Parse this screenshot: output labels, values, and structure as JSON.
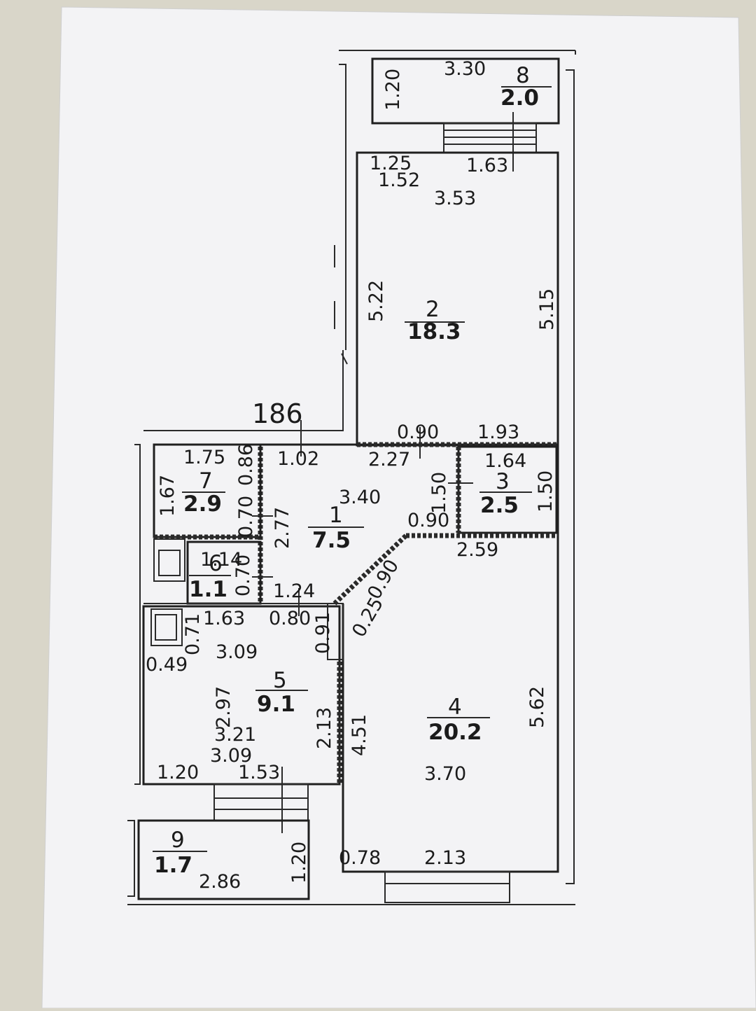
{
  "overall_dimension": "186",
  "rooms": [
    {
      "number": "1",
      "area": "7.5"
    },
    {
      "number": "2",
      "area": "18.3"
    },
    {
      "number": "3",
      "area": "2.5"
    },
    {
      "number": "4",
      "area": "20.2"
    },
    {
      "number": "5",
      "area": "9.1"
    },
    {
      "number": "6",
      "area": "1.1"
    },
    {
      "number": "7",
      "area": "2.9"
    },
    {
      "number": "8",
      "area": "2.0"
    },
    {
      "number": "9",
      "area": "1.7"
    }
  ],
  "dimensions": {
    "r8_width": "3.30",
    "r8_depth": "1.20",
    "r2_top_a": "1.25",
    "r2_top_b": "1.52",
    "r2_top_c": "1.63",
    "r2_top_d": "3.53",
    "r2_left": "5.22",
    "r2_right": "5.15",
    "r2_bottom_a": "0.90",
    "r2_bottom_b": "1.93",
    "r7_width": "1.75",
    "r7_height": "1.67",
    "r7_side_a": "0.86",
    "r7_side_b": "0.70",
    "r1_a": "1.02",
    "r1_b": "2.27",
    "r1_c": "3.40",
    "r1_d": "2.77",
    "r1_e": "1.50",
    "r1_f": "0.90",
    "r1_g": "1.24",
    "r1_h": "0.90",
    "r1_i": "0.25",
    "r3_width": "1.64",
    "r3_height": "1.50",
    "r6_a": "1.14",
    "r6_b": "0.70",
    "r5_a": "1.63",
    "r5_b": "0.80",
    "r5_c": "0.91",
    "r5_d": "0.71",
    "r5_e": "0.49",
    "r5_f": "3.09",
    "r5_g": "2.97",
    "r5_h": "2.13",
    "r5_i": "3.21",
    "r5_j": "3.09",
    "r5_k": "1.20",
    "r5_l": "1.53",
    "r4_a": "2.59",
    "r4_b": "4.51",
    "r4_c": "5.62",
    "r4_d": "3.70",
    "r4_e": "0.78",
    "r4_f": "2.13",
    "r9_width": "2.86",
    "r9_depth": "1.20"
  }
}
